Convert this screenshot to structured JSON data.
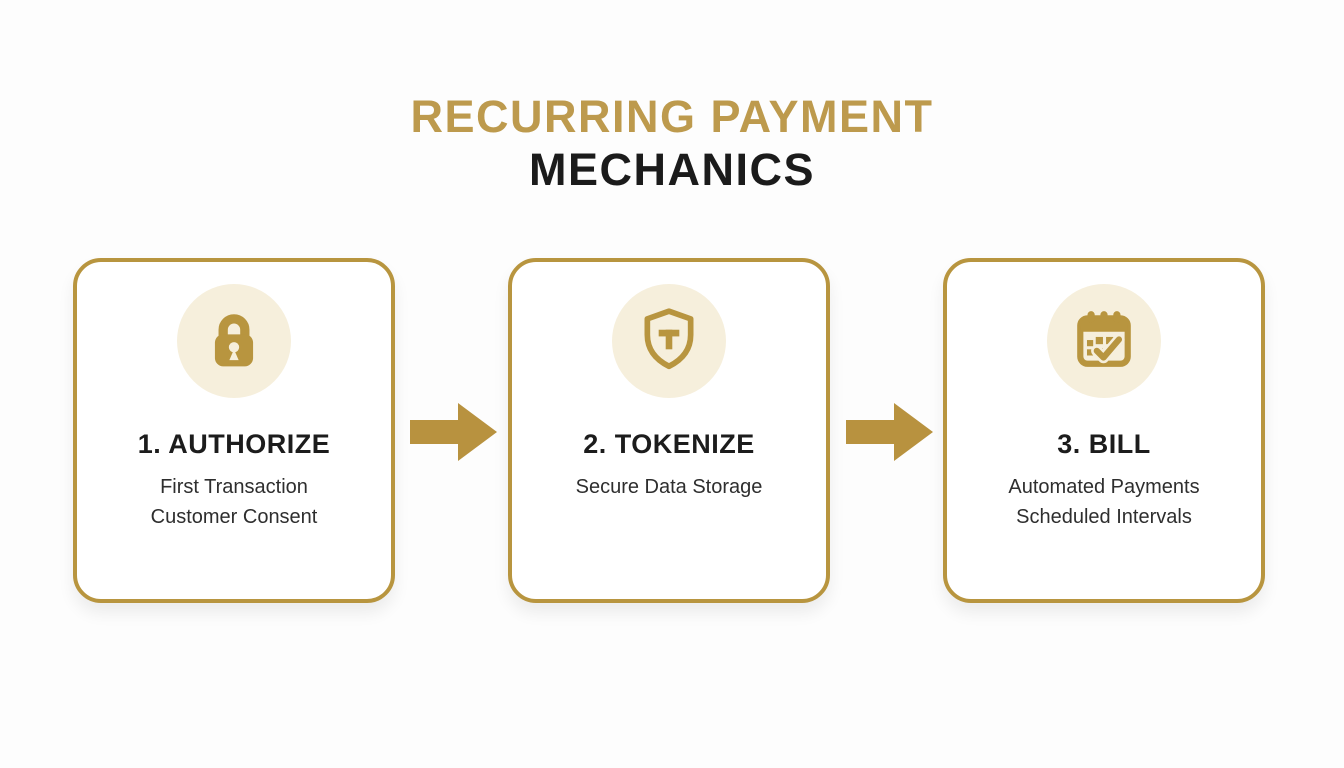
{
  "title": {
    "line1": "RECURRING PAYMENT",
    "line2": "MECHANICS"
  },
  "steps": [
    {
      "label": "1. AUTHORIZE",
      "icon": "lock-icon",
      "details": [
        "First Transaction",
        "Customer Consent"
      ]
    },
    {
      "label": "2. TOKENIZE",
      "icon": "shield-token-icon",
      "details": [
        "Secure Data Storage"
      ]
    },
    {
      "label": "3. BILL",
      "icon": "calendar-check-icon",
      "details": [
        "Automated Payments",
        "Scheduled Intervals"
      ]
    }
  ],
  "colors": {
    "accent_gold": "#B8953F",
    "title_gold": "#BD9A4D",
    "icon_circle_bg": "#F6EFDC",
    "heading_text": "#1C1C1C",
    "body_text": "#2E2E2E",
    "card_background": "#FFFFFF",
    "page_background": "#FDFDFD"
  }
}
